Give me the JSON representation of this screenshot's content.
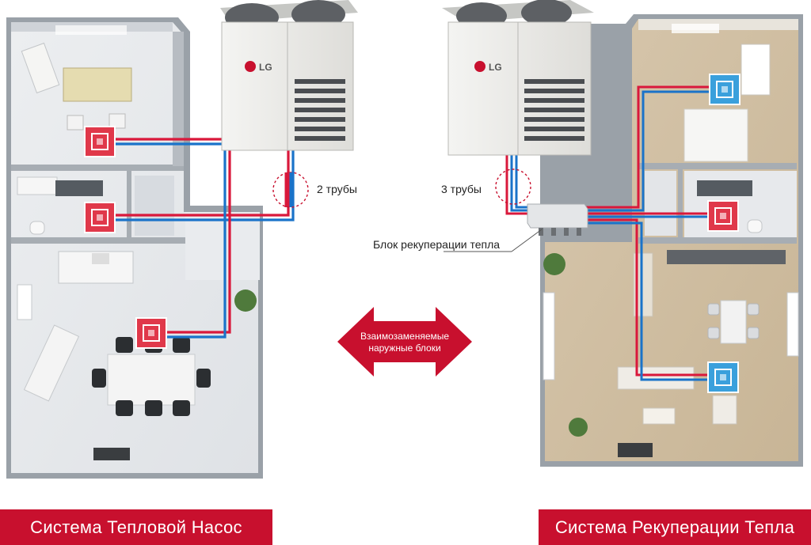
{
  "left_system": {
    "title": "Система Тепловой Насос",
    "pipes_label": "2 трубы",
    "outdoor_unit_logo": "LG"
  },
  "right_system": {
    "title": "Система Рекуперации Тепла",
    "pipes_label": "3 трубы",
    "heat_recovery_box_label": "Блок рекуперации тепла",
    "outdoor_unit_logo": "LG"
  },
  "center_arrow": {
    "line1": "Взаимозаменяемые",
    "line2": "наружные блоки"
  },
  "colors": {
    "brand_red": "#c8102e",
    "pipe_red": "#d9183b",
    "pipe_blue": "#1a73c9",
    "heating_unit": "#e0384a",
    "cooling_unit": "#3aa0dc"
  },
  "icons": [
    "outdoor-unit-icon",
    "indoor-cassette-heating-icon",
    "indoor-cassette-cooling-icon",
    "heat-recovery-box-icon",
    "double-arrow-icon"
  ]
}
